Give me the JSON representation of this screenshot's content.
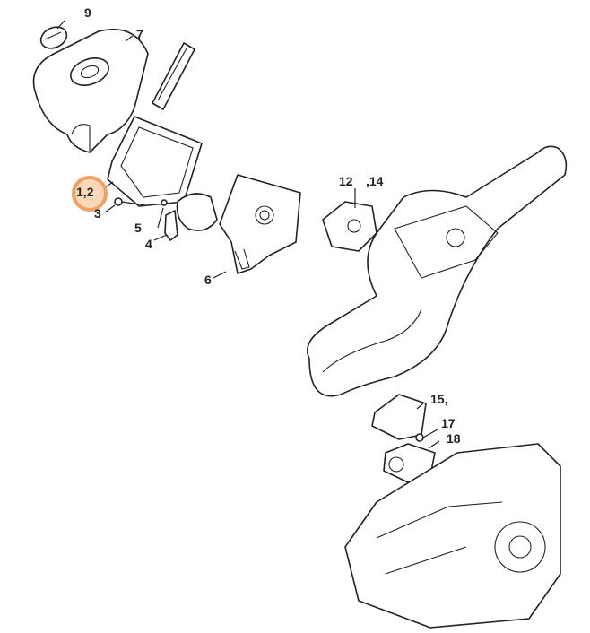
{
  "diagram": {
    "highlight_color": "#f0a060",
    "highlighted_label": "1,2",
    "labels": {
      "l9": "9",
      "l7": "7",
      "l12": "1,2",
      "l3": "3",
      "l4": "4",
      "l5": "5",
      "l6": "6",
      "l12b": "12",
      "l14": ",14",
      "l15": "15,",
      "l17": "17",
      "l18": "18"
    }
  }
}
